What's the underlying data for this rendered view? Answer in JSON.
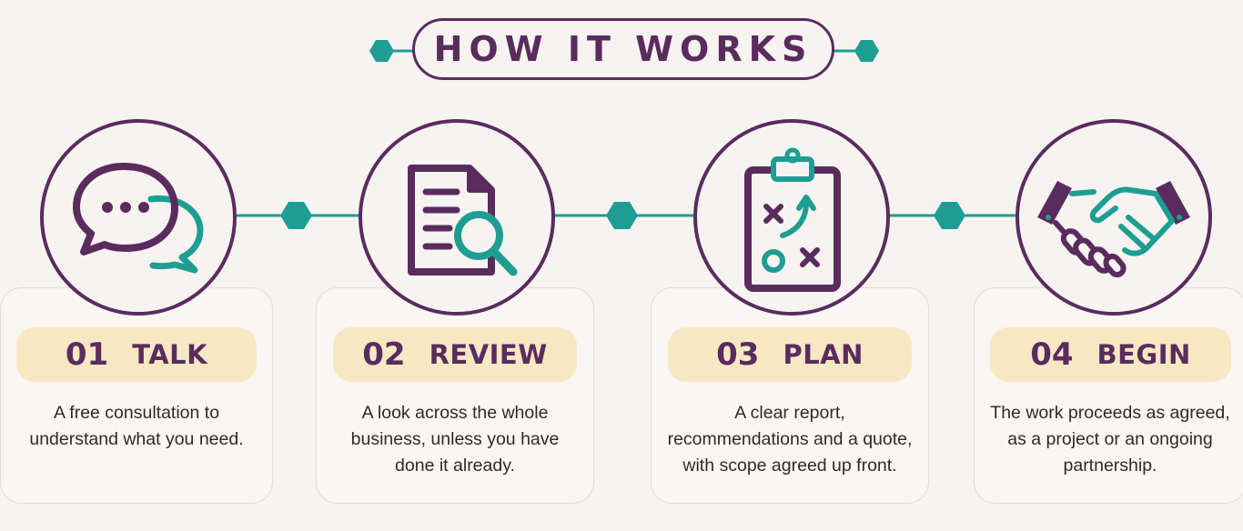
{
  "title": "HOW IT WORKS",
  "colors": {
    "primary": "#5a2c5e",
    "accent": "#1e9e93",
    "pill": "#f7e8c4",
    "background": "#f7f3f1"
  },
  "steps": [
    {
      "number": "01",
      "label": "TALK",
      "icon": "speech-bubbles-icon",
      "lines": [
        "A free consultation to",
        "understand what you need."
      ]
    },
    {
      "number": "02",
      "label": "REVIEW",
      "icon": "document-magnifier-icon",
      "lines": [
        "A look across the whole",
        "business, unless you have",
        "done it already."
      ]
    },
    {
      "number": "03",
      "label": "PLAN",
      "icon": "clipboard-strategy-icon",
      "lines": [
        "A clear report,",
        "recommendations and a quote,",
        "with scope agreed up front."
      ]
    },
    {
      "number": "04",
      "label": "BEGIN",
      "icon": "handshake-icon",
      "lines": [
        "The work proceeds as agreed,",
        "as a project or an ongoing",
        "partnership."
      ]
    }
  ]
}
